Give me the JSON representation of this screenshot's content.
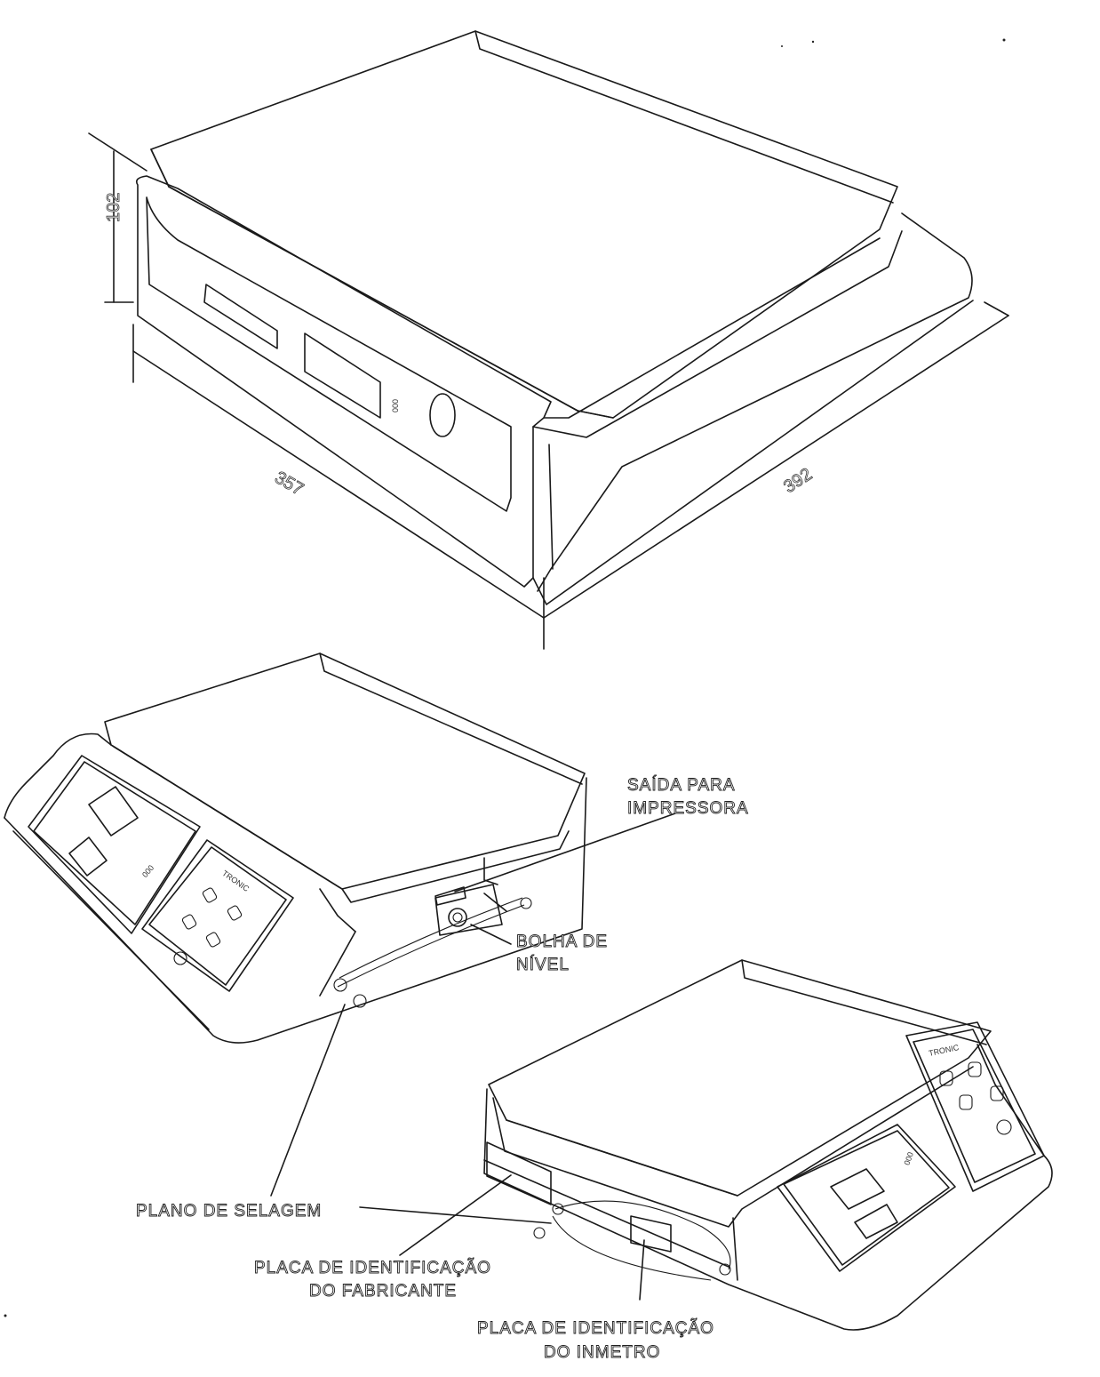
{
  "dimensions": {
    "height": "102",
    "depth": "357",
    "width": "392"
  },
  "labels": {
    "printer_out_1": "SAÍDA PARA",
    "printer_out_2": "IMPRESSORA",
    "bubble_1": "BOLHA DE",
    "bubble_2": "NÍVEL",
    "seal_plane": "PLANO DE SELAGEM",
    "maker_plate_1": "PLACA DE IDENTIFICAÇÃO",
    "maker_plate_2": "DO FABRICANTE",
    "inmetro_plate_1": "PLACA DE IDENTIFICAÇÃO",
    "inmetro_plate_2": "DO INMETRO"
  },
  "brand": "TRONIC"
}
